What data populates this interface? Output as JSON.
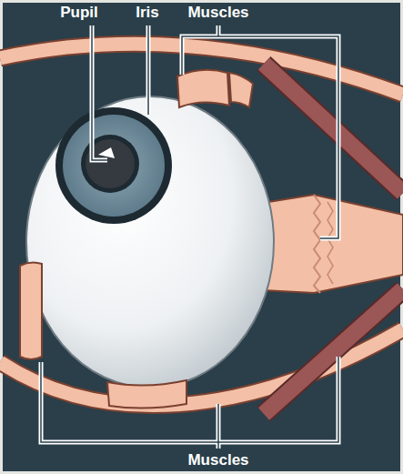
{
  "diagram": {
    "labels": [
      "Pupil",
      "Iris",
      "Muscles",
      "Muscles"
    ]
  }
}
